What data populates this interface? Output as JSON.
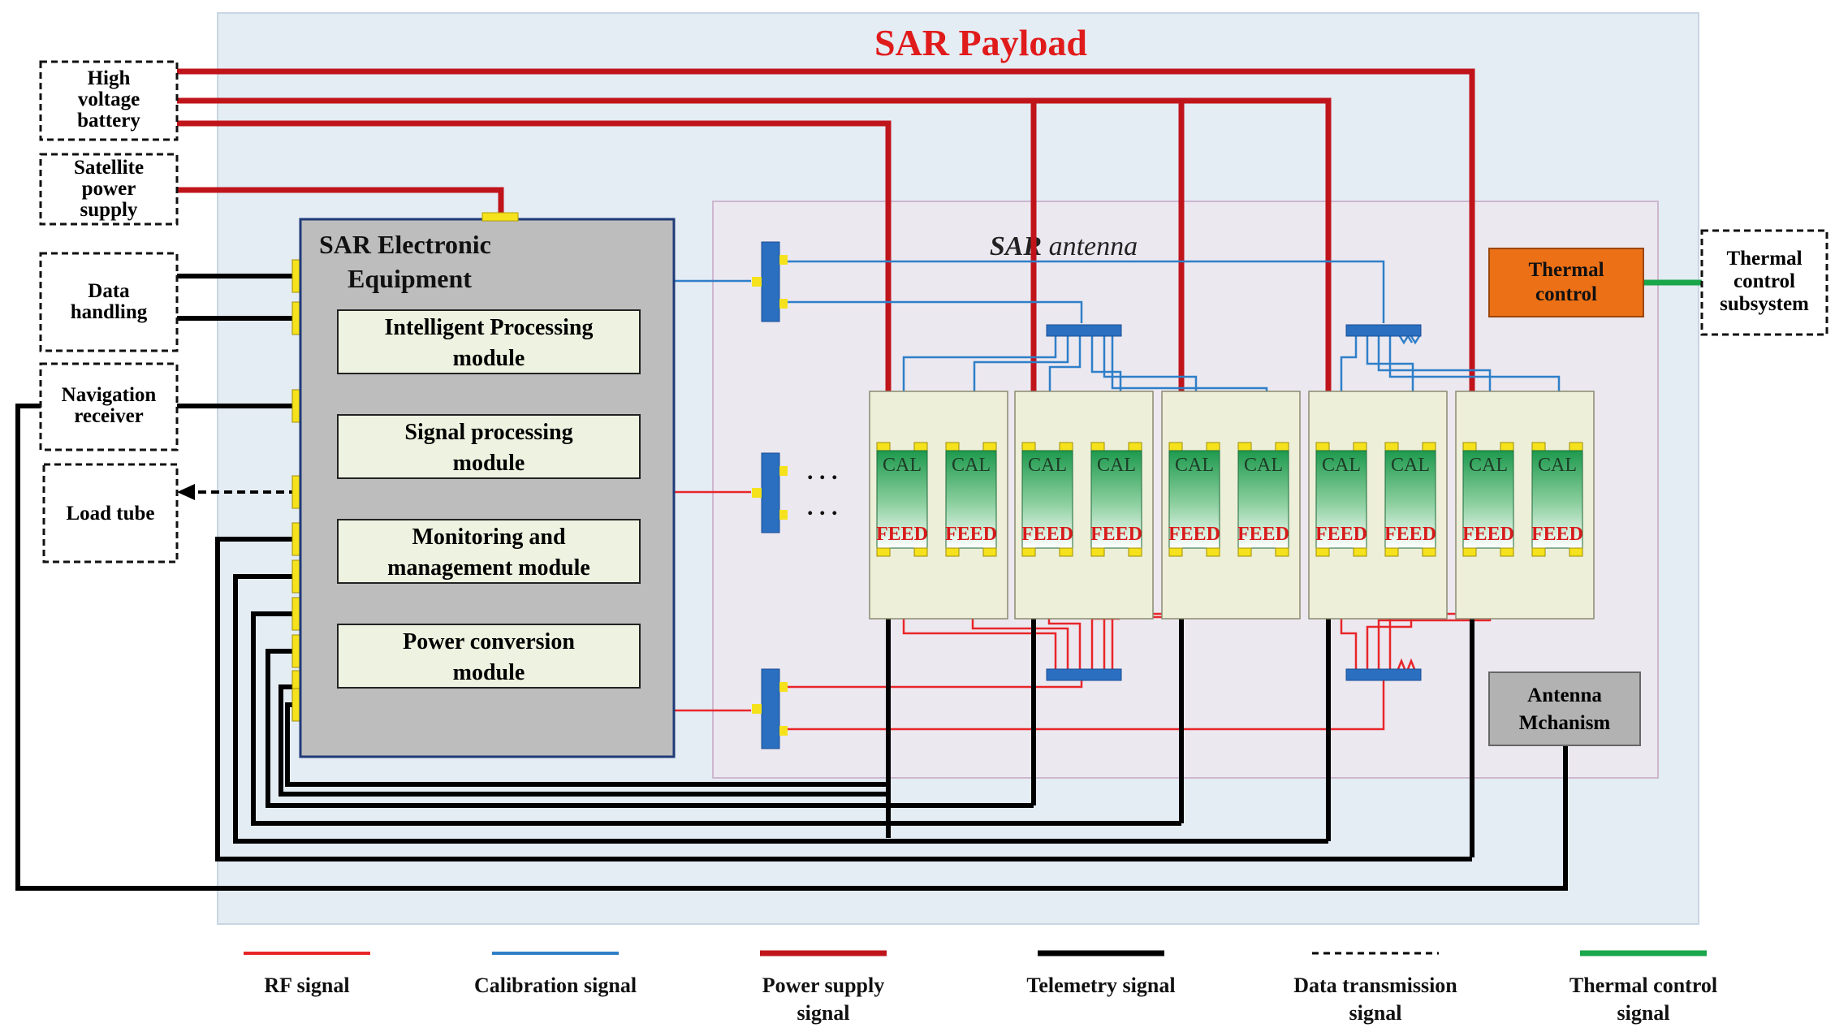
{
  "title": "SAR Payload",
  "antenna_label": {
    "bold": "SAR",
    "italic": " antenna"
  },
  "external_left": [
    {
      "id": "hv",
      "lines": [
        "High",
        "voltage",
        "battery"
      ]
    },
    {
      "id": "sps",
      "lines": [
        "Satellite",
        "power",
        "supply"
      ]
    },
    {
      "id": "dh",
      "lines": [
        "Data",
        "handling"
      ]
    },
    {
      "id": "nav",
      "lines": [
        "Navigation",
        "receiver"
      ]
    },
    {
      "id": "load",
      "lines": [
        "Load tube"
      ]
    }
  ],
  "electronic_equipment": {
    "title_lines": [
      "SAR Electronic",
      "Equipment"
    ],
    "modules": [
      {
        "lines": [
          "Intelligent Processing",
          "module"
        ]
      },
      {
        "lines": [
          "Signal processing",
          "module"
        ]
      },
      {
        "lines": [
          "Monitoring and",
          "management module"
        ]
      },
      {
        "lines": [
          "Power conversion",
          "module"
        ]
      }
    ]
  },
  "thermal_control": {
    "lines": [
      "Thermal",
      "control"
    ]
  },
  "thermal_subsystem": {
    "lines": [
      "Thermal",
      "control",
      "subsystem"
    ]
  },
  "antenna_mechanism": {
    "lines": [
      "Antenna",
      "Mchanism"
    ]
  },
  "feed_labels": {
    "top": "CAL",
    "bottom": "FEED"
  },
  "ellipsis": ". . .",
  "legend": [
    {
      "lines": [
        "RF signal"
      ],
      "color": "#e8262a",
      "style": "solid"
    },
    {
      "lines": [
        "Calibration signal"
      ],
      "color": "#2f7fc8",
      "style": "solid"
    },
    {
      "lines": [
        "Power supply",
        "signal"
      ],
      "color": "#c0141b",
      "style": "thick"
    },
    {
      "lines": [
        "Telemetry signal"
      ],
      "color": "#000000",
      "style": "thick"
    },
    {
      "lines": [
        "Data transmission",
        "signal"
      ],
      "color": "#000000",
      "style": "dashed"
    },
    {
      "lines": [
        "Thermal control",
        "signal"
      ],
      "color": "#1aa64a",
      "style": "thick"
    }
  ],
  "colors": {
    "rf": "#e8262a",
    "calibration": "#2f7fc8",
    "power": "#c0141b",
    "telemetry": "#000000",
    "thermal": "#1aa64a",
    "payload_bg": "#e4ecf4",
    "antenna_bg": "#ece8f0",
    "title": "#e01b1b",
    "equipment_bg": "#bdbdbd",
    "module_bg": "#eef2e0",
    "thermal_box": "#ec7016",
    "mechanism_box": "#b2b2b2",
    "connector": "#f5e21c",
    "divider": "#2a6fc0"
  }
}
